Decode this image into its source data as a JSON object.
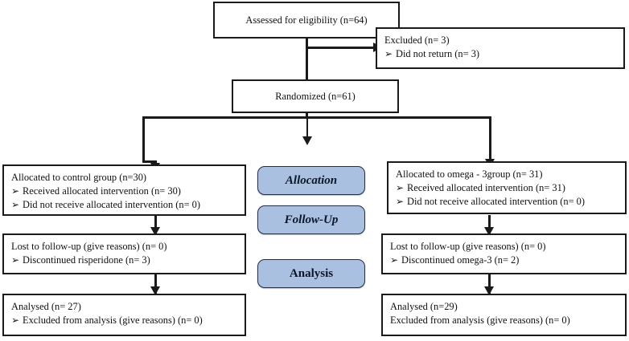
{
  "diagram": {
    "title": "CONSORT participant flow diagram",
    "bullet_glyph": "➢",
    "stage_fill_color": "#a9c0e0",
    "stage_border_color": "#22304a",
    "box_border_color": "#1a1a1a",
    "connector_color": "#1a1a1a"
  },
  "boxes": {
    "assessed": {
      "lines": [
        "Assessed for eligibility (n=64)"
      ]
    },
    "excluded": {
      "lines": [
        "Excluded (n= 3)"
      ],
      "bullets": [
        "Did not return (n= 3)"
      ]
    },
    "randomized": {
      "lines": [
        "Randomized (n=61)"
      ]
    },
    "allocated_left": {
      "lines": [
        "Allocated to control group (n=30)"
      ],
      "bullets": [
        "Received allocated intervention (n= 30)",
        "Did not receive allocated intervention (n= 0)"
      ]
    },
    "allocated_right": {
      "lines": [
        "Allocated to omega - 3group (n= 31)"
      ],
      "bullets": [
        "Received allocated intervention (n= 31)",
        "Did not receive allocated intervention (n= 0)"
      ]
    },
    "followup_left": {
      "lines": [
        "Lost to follow-up (give reasons) (n= 0)"
      ],
      "bullets": [
        "Discontinued risperidone (n= 3)"
      ]
    },
    "followup_right": {
      "lines": [
        "Lost to follow-up (give reasons) (n= 0)"
      ],
      "bullets": [
        "Discontinued omega-3 (n= 2)"
      ]
    },
    "analysed_left": {
      "lines": [
        "Analysed (n= 27)"
      ],
      "bullets": [
        "Excluded from analysis (give reasons) (n= 0)"
      ]
    },
    "analysed_right": {
      "lines": [
        "Analysed (n=29)",
        "Excluded from analysis (give reasons) (n= 0)"
      ],
      "bullets": []
    }
  },
  "stages": {
    "allocation": "Allocation",
    "followup": "Follow-Up",
    "analysis": "Analysis"
  }
}
